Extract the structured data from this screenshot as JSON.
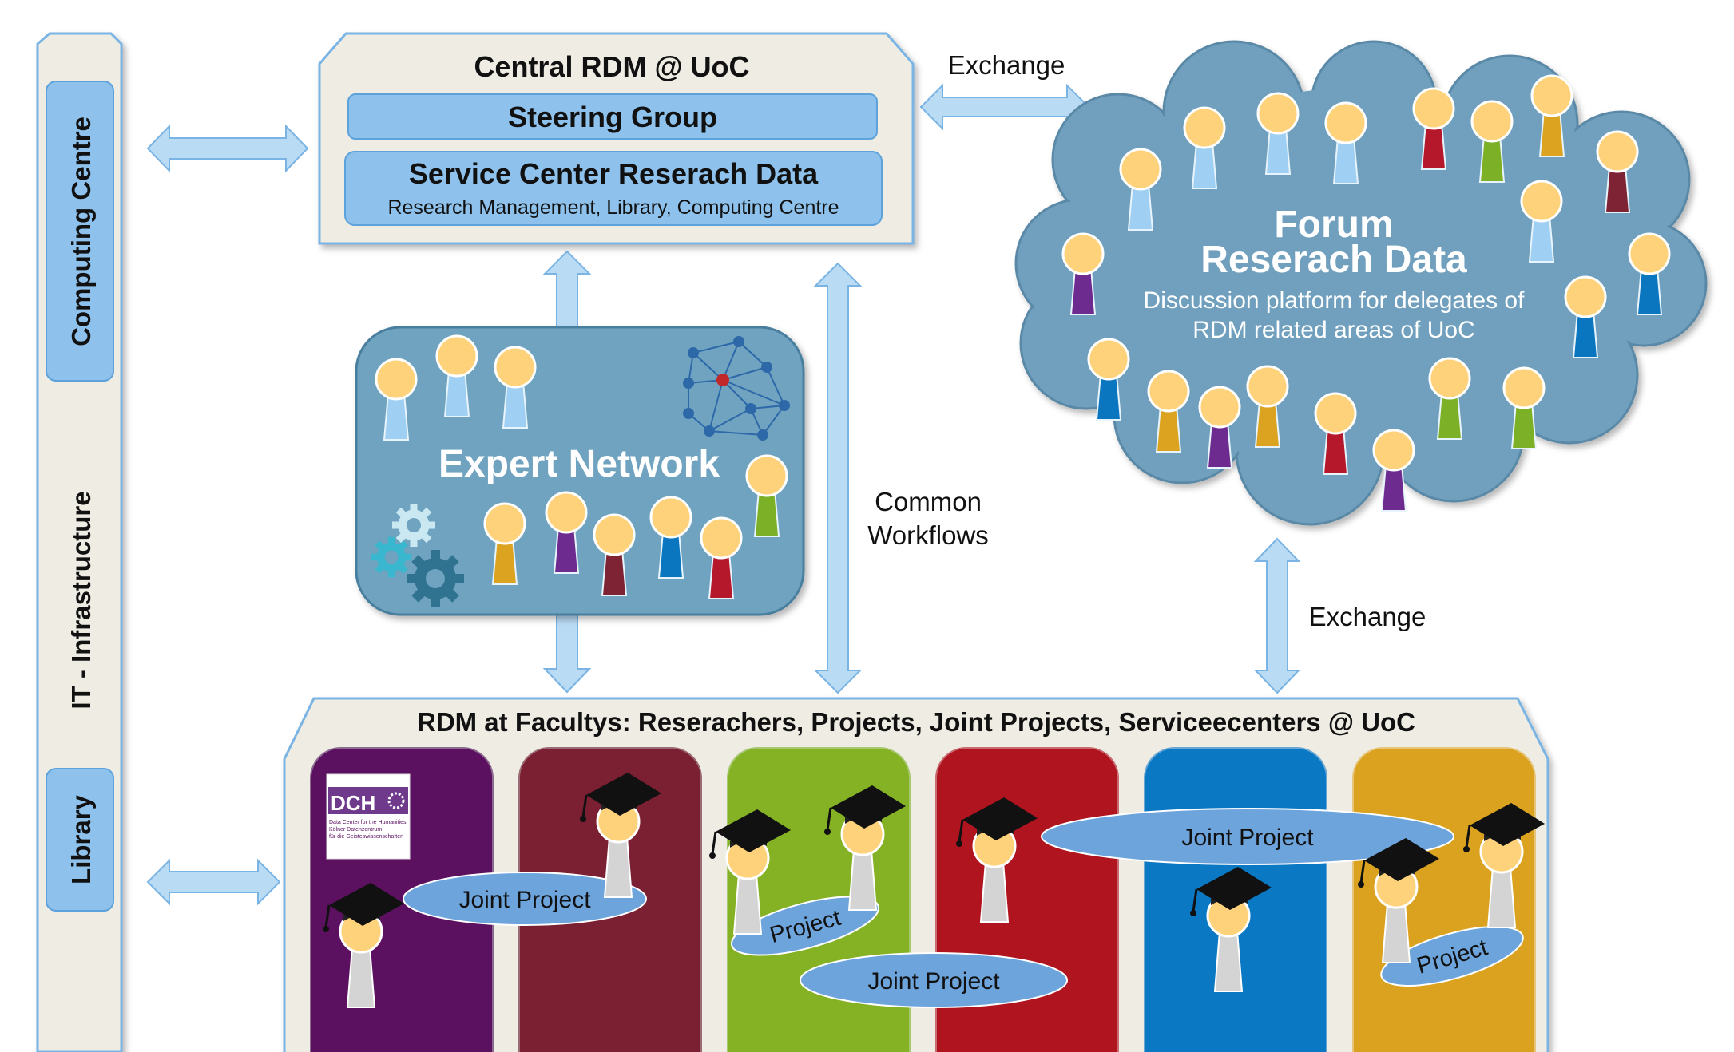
{
  "sidebar": {
    "computing_centre": "Computing Centre",
    "it_infrastructure": "IT - Infrastructure",
    "library": "Library"
  },
  "central": {
    "title": "Central RDM @ UoC",
    "steering_group": "Steering Group",
    "service_center": "Service Center Reserach Data",
    "service_center_sub": "Research Management, Library, Computing Centre"
  },
  "exchange_top": "Exchange",
  "exchange_right": "Exchange",
  "common_workflows": [
    "Common",
    "Workflows"
  ],
  "expert_network": {
    "title": "Expert Network"
  },
  "forum": {
    "title_line1": "Forum",
    "title_line2": "Reserach Data",
    "desc_line1": "Discussion platform for delegates of",
    "desc_line2": "RDM related areas of UoC"
  },
  "faculties": {
    "title": "RDM at Facultys: Reserachers, Projects, Joint Projects, Serviceecenters @ UoC",
    "joint_project_1": "Joint Project",
    "joint_project_2": "Joint Project",
    "joint_project_3": "Joint Project",
    "project_1": "Project",
    "project_2": "Project",
    "dch_logo": {
      "abbr": "DCH",
      "line1": "Data Center for the Humanities",
      "line2": "Kölner Datenzentrum",
      "line3": "für die Geisteswissenschaften"
    }
  },
  "colors": {
    "purple": "#5b1060",
    "maroon": "#7b1f32",
    "green": "#84b224",
    "red": "#b0151f",
    "blue": "#0a78c2",
    "gold": "#daa21e",
    "light_blue": "#8ec2ec",
    "cloud": "#6fa0bd",
    "beige": "#efece4"
  }
}
